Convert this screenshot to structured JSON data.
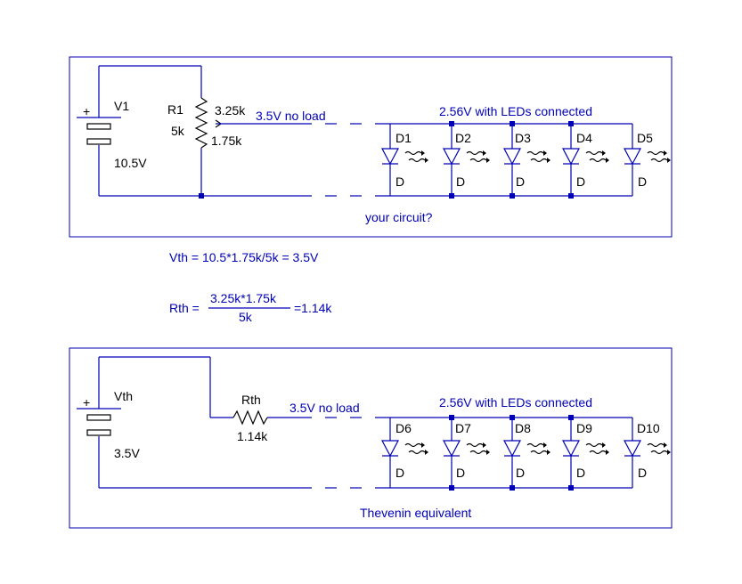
{
  "colors": {
    "wire": "#0000b4",
    "component": "#000000",
    "background": "#ffffff"
  },
  "top_circuit": {
    "source_name": "V1",
    "source_value": "10.5V",
    "pot_name": "R1",
    "pot_value": "5k",
    "pot_upper": "3.25k",
    "pot_lower": "1.75k",
    "no_load_label": "3.5V no load",
    "led_label": "2.56V with LEDs connected",
    "caption": "your circuit?",
    "diodes": [
      {
        "name": "D1",
        "type": "D"
      },
      {
        "name": "D2",
        "type": "D"
      },
      {
        "name": "D3",
        "type": "D"
      },
      {
        "name": "D4",
        "type": "D"
      },
      {
        "name": "D5",
        "type": "D"
      }
    ]
  },
  "equations": {
    "vth": "Vth = 10.5*1.75k/5k = 3.5V",
    "rth_lhs": "Rth =",
    "rth_numerator": "3.25k*1.75k",
    "rth_denominator": "5k",
    "rth_result": "=1.14k"
  },
  "bottom_circuit": {
    "source_name": "Vth",
    "source_value": "3.5V",
    "resistor_name": "Rth",
    "resistor_value": "1.14k",
    "no_load_label": "3.5V no load",
    "led_label": "2.56V with LEDs connected",
    "caption": "Thevenin equivalent",
    "diodes": [
      {
        "name": "D6",
        "type": "D"
      },
      {
        "name": "D7",
        "type": "D"
      },
      {
        "name": "D8",
        "type": "D"
      },
      {
        "name": "D9",
        "type": "D"
      },
      {
        "name": "D10",
        "type": "D"
      }
    ]
  }
}
